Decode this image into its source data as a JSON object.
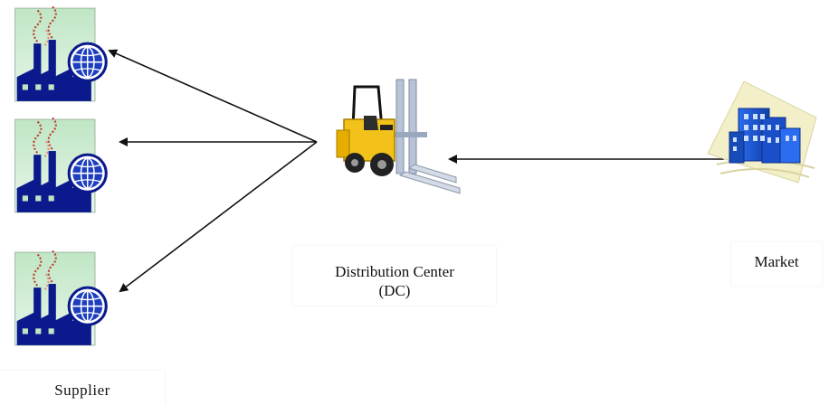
{
  "nodes": {
    "supplier": {
      "label": "Supplier",
      "icon": "factory-globe-icon",
      "count": 3
    },
    "distribution_center": {
      "label_line1": "Distribution Center",
      "label_line2": "(DC)",
      "icon": "forklift-icon"
    },
    "market": {
      "label": "Market",
      "icon": "city-buildings-icon"
    }
  },
  "edges": [
    {
      "from": "market",
      "to": "distribution_center"
    },
    {
      "from": "distribution_center",
      "to": "supplier-1"
    },
    {
      "from": "distribution_center",
      "to": "supplier-2"
    },
    {
      "from": "distribution_center",
      "to": "supplier-3"
    }
  ],
  "colors": {
    "arrow": "#111111",
    "factory": "#0a1a8c",
    "globe": "#1d3fbf",
    "forklift_body": "#f2c21b",
    "building": "#1f5fe0",
    "smoke": "#c0392b"
  }
}
